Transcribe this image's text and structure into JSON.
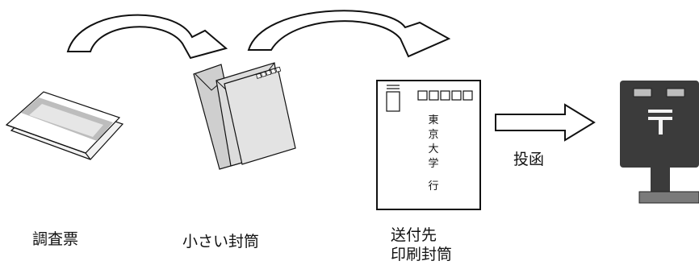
{
  "labels": {
    "survey_form": "調査票",
    "small_envelope": "小さい封筒",
    "return_envelope_line1": "送付先",
    "return_envelope_line2": "印刷封筒",
    "post": "投函"
  },
  "envelope_address": {
    "recipient_chars": [
      "東",
      "京",
      "大",
      "学"
    ],
    "suffix": "行"
  },
  "colors": {
    "stroke": "#111111",
    "paper_light": "#f2f2f2",
    "paper_band": "#bdbdbd",
    "envelope_gray": "#d6d6d6",
    "postbox_body": "#3b3b3b",
    "postbox_slot": "#bdbdbd"
  },
  "icons": [
    "survey-papers-icon",
    "envelopes-icon",
    "addressed-envelope-icon",
    "right-arrow-icon",
    "curved-arrow-icon",
    "mailbox-icon"
  ]
}
